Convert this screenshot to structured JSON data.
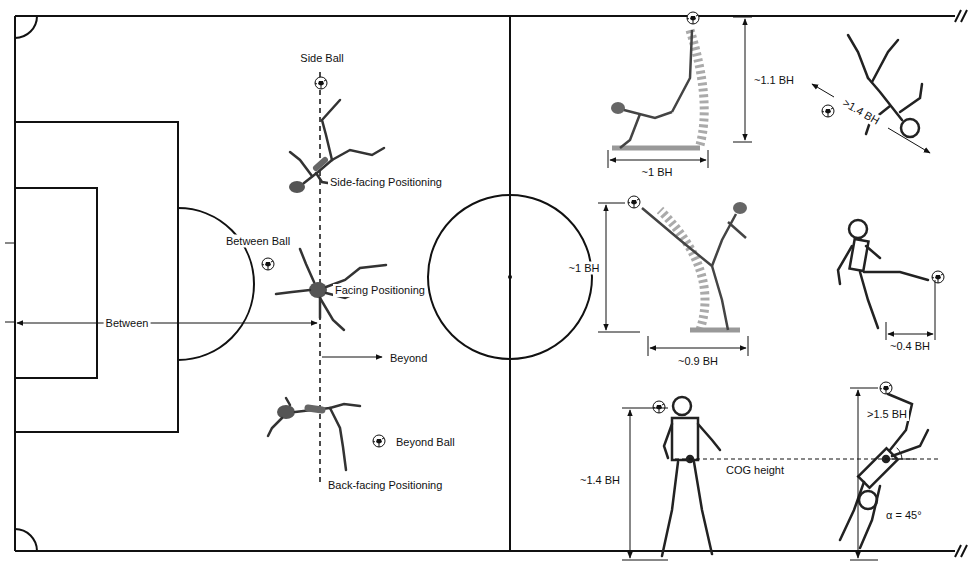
{
  "diagram": {
    "labels": [
      "Side Ball",
      "Side-facing Positioning",
      "Between Ball",
      "Facing Positioning",
      "Between",
      "Beyond",
      "Beyond Ball",
      "Back-facing Positioning",
      "~1.1 BH",
      "~1 BH",
      ">1.4 BH",
      "~1 BH",
      "~0.9 BH",
      "~0.4 BH",
      "~1.4 BH",
      "COG height",
      ">1.5 BH",
      "α = 45°"
    ]
  }
}
